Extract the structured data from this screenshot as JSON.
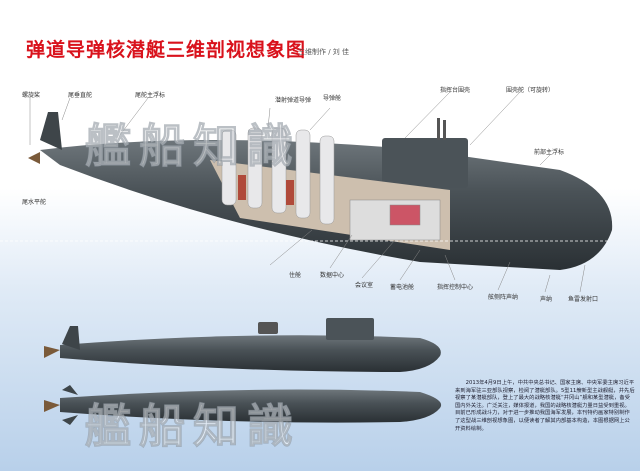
{
  "title": "弹道导弹核潜艇三维剖视想象图",
  "credit": "三维制作 / 刘 佳",
  "watermark": "艦船知識",
  "labels": {
    "propeller": "螺旋桨",
    "rudder": "尾垂直舵",
    "aft_buoy": "尾舵主浮标",
    "slbm": "潜射弹道导弹",
    "missile_bay": "导弹舱",
    "sail": "指挥台围壳",
    "sail_plane": "围壳舵（可旋转）",
    "fwd_buoy": "前部主浮标",
    "stern_plane": "尾水平舵",
    "quarters": "住舱",
    "data_center": "数据中心",
    "meeting_room": "会议室",
    "battery": "蓄电池舱",
    "command_center": "指挥控制中心",
    "flank_sonar": "舷侧阵声纳",
    "sonar": "声纳",
    "torpedo_tube": "鱼雷发射口"
  },
  "paragraph": "2013年4月9日上午，中共中央总书记、国家主席、中央军委主席习近平来到海军驻三亚部队视察，检阅了潜艇部队。5型11艘新型主战舰艇，并先后视察了某潜艇部队，登上了最大的战略核潜艇“井冈山”舰和某型潜艇，备受国内外关注。广泛关注，媒体报道，我国的战略核潜艇力量日益受到重视。目前已形成战斗力，对于进一步推动我国海军发展，本刊特约画家特别制作了这型战三维剖视想象图，以便读者了解其内部基本构造，本图根据网上公开资料绘制。"
}
